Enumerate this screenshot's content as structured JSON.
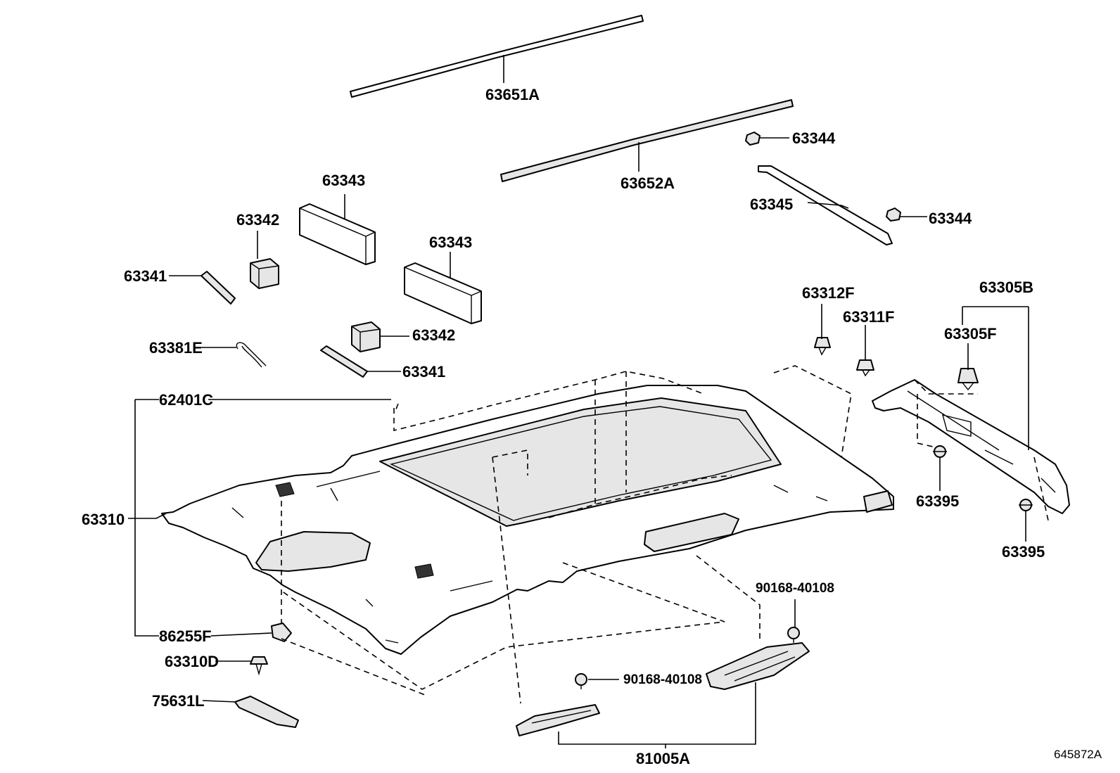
{
  "labels": {
    "p63651A": "63651A",
    "p63652A": "63652A",
    "p63344a": "63344",
    "p63344b": "63344",
    "p63345": "63345",
    "p63343a": "63343",
    "p63343b": "63343",
    "p63342a": "63342",
    "p63342b": "63342",
    "p63341a": "63341",
    "p63341b": "63341",
    "p63381E": "63381E",
    "p62401C": "62401C",
    "p63310": "63310",
    "p86255F": "86255F",
    "p63310D": "63310D",
    "p75631L": "75631L",
    "p63312F": "63312F",
    "p63311F": "63311F",
    "p63305B": "63305B",
    "p63305F": "63305F",
    "p63395a": "63395",
    "p63395b": "63395",
    "p90168a": "90168-40108",
    "p90168b": "90168-40108",
    "p81005A": "81005A"
  },
  "diagram_ref": "645872A"
}
